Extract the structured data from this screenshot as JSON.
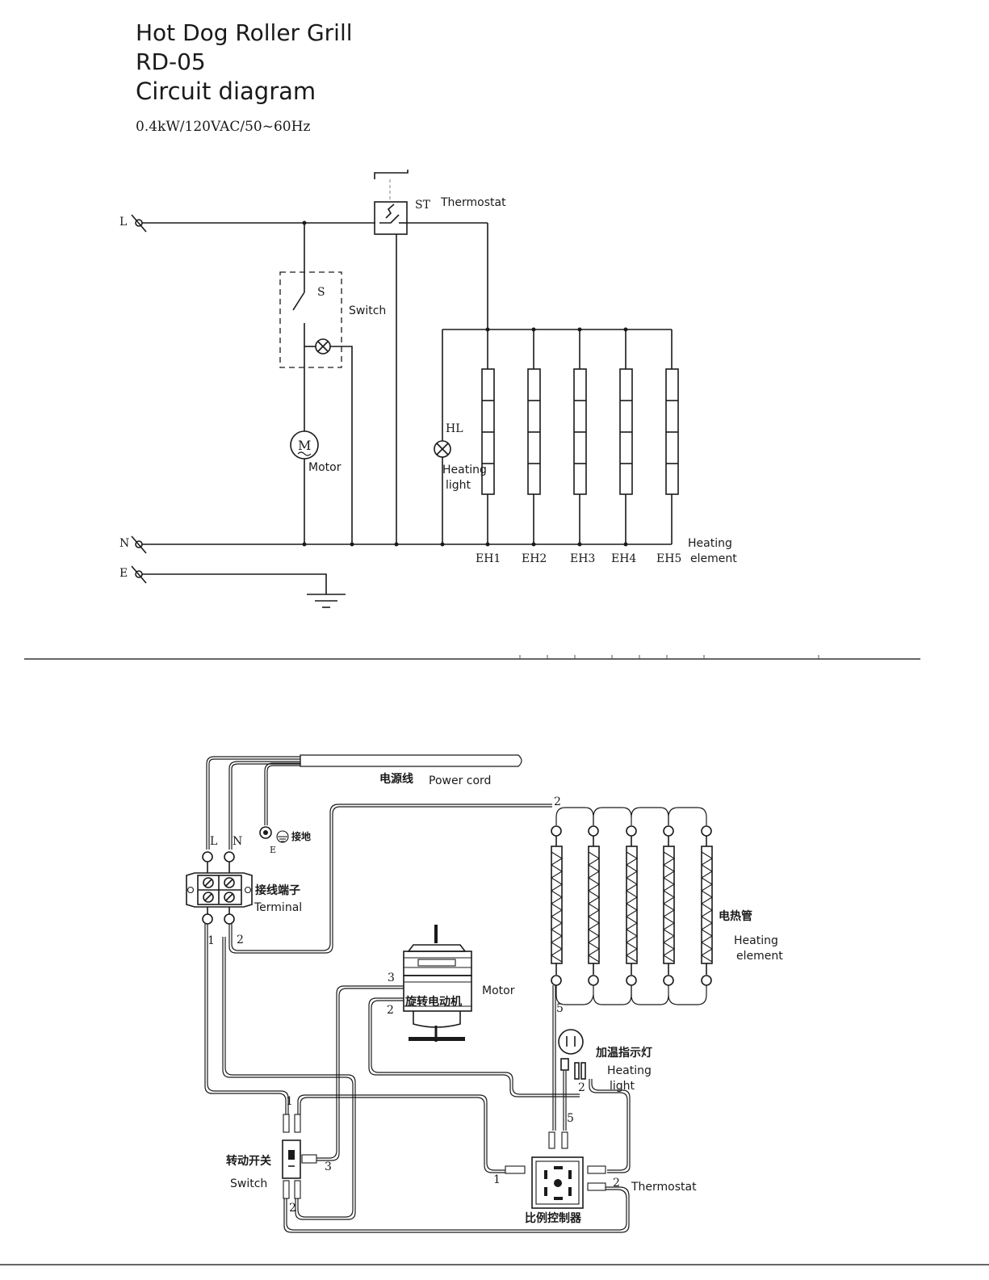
{
  "header": {
    "title": "Hot Dog Roller Grill",
    "model": "RD-05",
    "subtitle": "Circuit diagram",
    "spec": "0.4kW/120VAC/50~60Hz"
  },
  "schematic": {
    "terminal_L": "L",
    "terminal_N": "N",
    "terminal_E": "E",
    "thermostat_code": "ST",
    "thermostat_label": "Thermostat",
    "switch_code": "S",
    "switch_label": "Switch",
    "motor_symbol": "M",
    "motor_label": "Motor",
    "light_code": "HL",
    "light_label_1": "Heating",
    "light_label_2": "light",
    "elements": [
      "EH1",
      "EH2",
      "EH3",
      "EH4",
      "EH5"
    ],
    "element_label_1": "Heating",
    "element_label_2": "element"
  },
  "wiring": {
    "power_cord_cn": "电源线",
    "power_cord_en": "Power cord",
    "ground_cn": "接地",
    "ground_E": "E",
    "term_L": "L",
    "term_N": "N",
    "terminal_cn": "接线端子",
    "terminal_en": "Terminal",
    "heater_cn": "电热管",
    "heater_en_1": "Heating",
    "heater_en_2": "element",
    "motor_cn": "旋转电动机",
    "motor_en": "Motor",
    "light_cn": "加温指示灯",
    "light_en_1": "Heating",
    "light_en_2": "light",
    "switch_cn": "转动开关",
    "switch_en": "Switch",
    "controller_cn": "比例控制器",
    "thermostat_en": "Thermostat",
    "wire_numbers": [
      "1",
      "2",
      "2",
      "3",
      "2",
      "5",
      "2",
      "5",
      "1",
      "3",
      "2",
      "1",
      "2"
    ]
  }
}
